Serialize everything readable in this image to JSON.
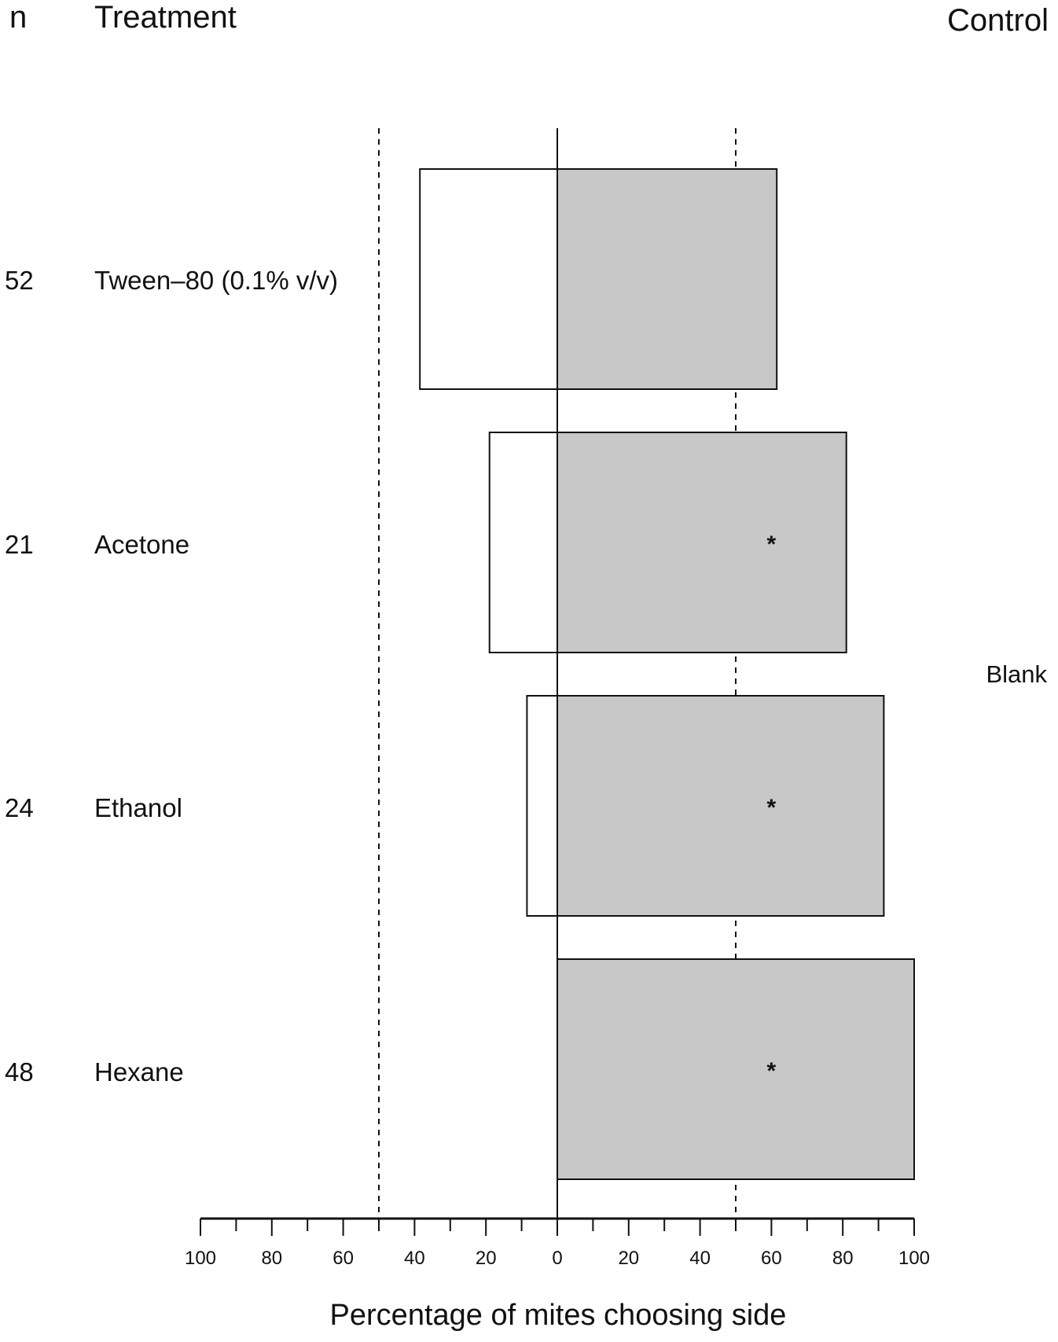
{
  "header": {
    "n_label": "n",
    "treatment_label": "Treatment",
    "control_label": "Control"
  },
  "side_label": "Blank",
  "rows": [
    {
      "n": "52",
      "treatment": "Tween–80 (0.1% v/v)"
    },
    {
      "n": "21",
      "treatment": "Acetone"
    },
    {
      "n": "24",
      "treatment": "Ethanol"
    },
    {
      "n": "48",
      "treatment": "Hexane"
    }
  ],
  "chart_data": {
    "type": "bar",
    "orientation": "horizontal-diverging",
    "categories": [
      "Tween–80 (0.1% v/v)",
      "Acetone",
      "Ethanol",
      "Hexane"
    ],
    "series": [
      {
        "name": "Treatment",
        "values": [
          38.5,
          19,
          8.5,
          0
        ],
        "color": "#ffffff"
      },
      {
        "name": "Control",
        "values": [
          61.5,
          81,
          91.5,
          100
        ],
        "color": "#c8c8c8"
      }
    ],
    "significant": [
      false,
      true,
      true,
      true
    ],
    "significance_marker": "*",
    "xlabel": "Percentage of mites choosing side",
    "xlim": [
      -100,
      100
    ],
    "tick_labels": [
      "100",
      "80",
      "60",
      "40",
      "20",
      "0",
      "20",
      "40",
      "60",
      "80",
      "100"
    ],
    "reference_lines": [
      -50,
      0,
      50
    ]
  }
}
